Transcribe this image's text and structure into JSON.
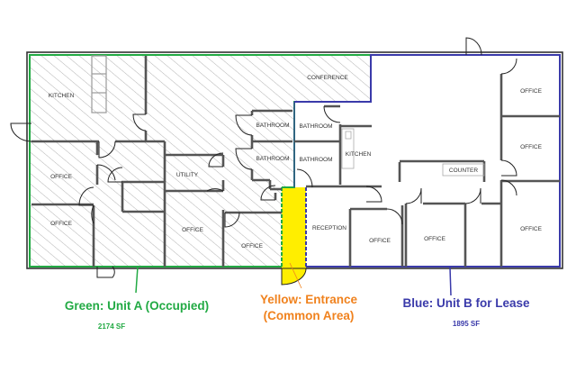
{
  "colors": {
    "unit_a": "#22aa44",
    "entrance": "#f0821e",
    "unit_b": "#3a3aaa",
    "entrance_fill": "#ffee00"
  },
  "rooms": {
    "kitchen_a": "KITCHEN",
    "conference": "CONFERENCE",
    "office_a1": "OFFICE",
    "office_a2": "OFFICE",
    "utility": "UTILITY",
    "bathroom_a1": "BATHROOM",
    "bathroom_a2": "BATHROOM",
    "office_a3": "OFFICE",
    "office_a4": "OFFICE",
    "bathroom_b1": "BATHROOM",
    "bathroom_b2": "BATHROOM",
    "kitchen_b": "KITCHEN",
    "counter": "COUNTER",
    "reception": "RECEPTION",
    "office_b1": "OFFICE",
    "office_b2": "OFFICE",
    "office_b3": "OFFICE",
    "office_b4": "OFFICE",
    "office_b5": "OFFICE"
  },
  "legend": {
    "unit_a": {
      "title": "Green: Unit A (Occupied)",
      "area": "2174 SF"
    },
    "entrance": {
      "line1": "Yellow: Entrance",
      "line2": "(Common Area)"
    },
    "unit_b": {
      "title": "Blue: Unit B for Lease",
      "area": "1895 SF"
    }
  }
}
